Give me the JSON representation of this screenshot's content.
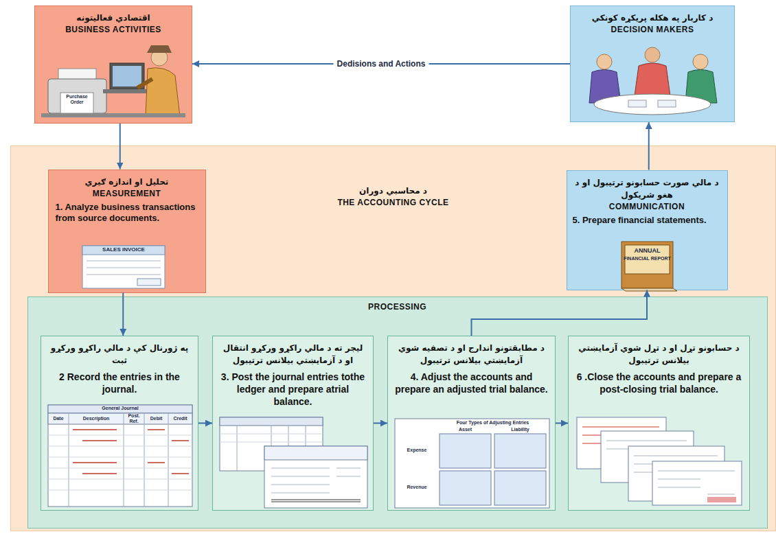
{
  "diagram": {
    "nodes": [
      {
        "text": [
          "اقتصادي فعالیتونه",
          "BUSINESS ACTIVITIES"
        ]
      },
      {
        "text": [
          "د کاربار په هکله پریکړه کونکي",
          "DECISION MAKERS"
        ]
      },
      {
        "text": [
          "د محاسبي دوران",
          "THE ACCOUNTING CYCLE"
        ]
      },
      {
        "text": [
          "تحلیل او اندازه ګیري",
          "MEASUREMENT",
          "1. Analyze business transactions from source documents."
        ],
        "in": 2
      },
      {
        "text": [
          "د مالي صورت حسابونو ترتیبول او د هغو شریکول",
          "COMMUNICATION",
          "5. Prepare financial statements."
        ],
        "in": 2
      },
      {
        "text": [
          "PROCESSING"
        ],
        "in": 2
      },
      {
        "text": [
          "په ژورنال کې د مالي راکړو ورکړو ثبت",
          "2 Record the entries in the journal."
        ],
        "in": 5
      },
      {
        "text": [
          "لیجر ته د مالي راکړو ورکړو انتقال او د آزمایښتي بیلانس ترتیبول",
          "3. Post the journal entries tothe ledger and prepare atrial balance."
        ],
        "in": 5
      },
      {
        "text": [
          "د مطابقتونو اندارج او د تصفیه شوي آزمایښتي بیلانس ترتیبول",
          "4. Adjust the accounts and prepare an adjusted trial balance."
        ],
        "in": 5
      },
      {
        "text": [
          "د حسابونو تړل او د تړل شوي آزمایښتي بیلانس ترتیبول",
          "6 .Close the accounts and prepare a post-closing trial balance."
        ],
        "in": 5
      }
    ],
    "edges": [
      {
        "from": 1,
        "to": 0,
        "arrow": "to",
        "label": "Dedisions and Actions"
      },
      {
        "from": 0,
        "to": 3,
        "arrow": "to"
      },
      {
        "from": 3,
        "to": 6,
        "arrow": "to"
      },
      {
        "from": 6,
        "to": 7,
        "arrow": "to"
      },
      {
        "from": 7,
        "to": 8,
        "arrow": "to"
      },
      {
        "from": 8,
        "to": 9,
        "arrow": "to"
      },
      {
        "from": 8,
        "to": 4,
        "arrow": "to"
      },
      {
        "from": 4,
        "to": 1,
        "arrow": "to"
      }
    ],
    "labels": [
      "Purchase Order",
      "SALES INVOICE",
      "General Journal",
      "Date",
      "Description",
      "Post. Ref.",
      "Debit",
      "Credit",
      "Four Types of Adjusting Entries",
      "Asset",
      "Liability",
      "Expense",
      "Revenue",
      "ANNUAL",
      "FINANCIAL REPORT"
    ]
  }
}
